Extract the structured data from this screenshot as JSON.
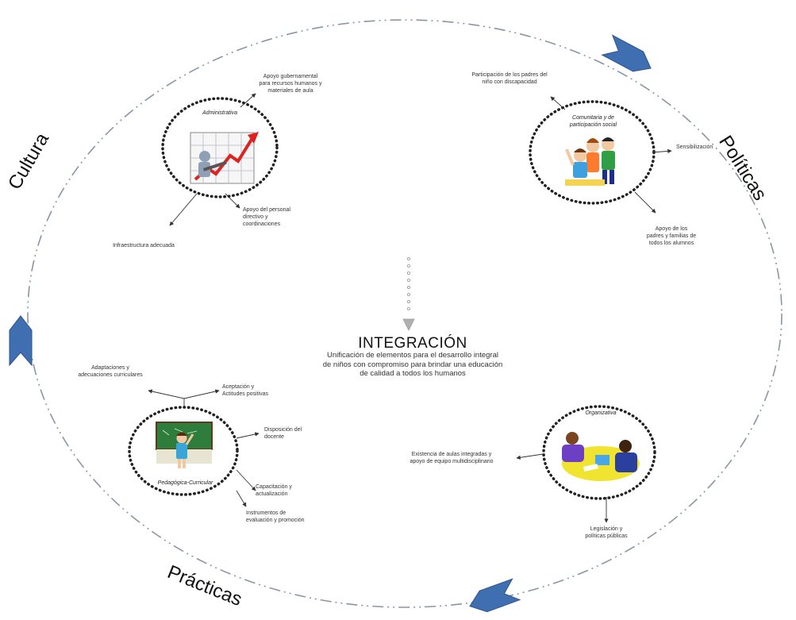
{
  "cycle_labels": {
    "cultura": "Cultura",
    "politicas": "Políticas",
    "practicas": "Prácticas"
  },
  "center": {
    "title": "INTEGRACIÓN",
    "subtitle": "Unificación de elementos para el desarrollo integral\nde niños con compromiso para brindar una educación\nde calidad a todos los humanos"
  },
  "hubs": {
    "administrativa": {
      "label": "Administrativa",
      "notes": {
        "apoyo_gubernamental": "Apoyo gubernamental\npara recursos humanos y\nmateriales de aula",
        "apoyo_personal": "Apoyo del personal\ndirectivo y\ncoordinaciones",
        "infraestructura": "Infraestructura adecuada"
      }
    },
    "comunitaria": {
      "label": "Comunitaria y de\nparticipación social",
      "notes": {
        "participacion_padres": "Participación de los padres del\nniño con discapacidad",
        "sensibilizacion": "Sensibilización",
        "apoyo_padres": "Apoyo de los\npadres y familias de\ntodos los alumnos"
      }
    },
    "pedagogica": {
      "label": "Pedagógica-Curricular",
      "notes": {
        "adaptaciones": "Adaptaciones y\nadecuaciones curriculares",
        "aceptacion": "Aceptación y\nActitudes positivas",
        "disposicion": "Disposición del\ndocente",
        "capacitacion": "Capacitación y\nactualización",
        "instrumentos": "Instrumentos de\nevaluación y promoción"
      }
    },
    "organizativa": {
      "label": "Organizativa",
      "notes": {
        "existencia_aulas": "Existencia de aulas integradas y\napoyo de equipo multidisciplinario",
        "legislacion": "Legislación y\npolíticas públicas"
      }
    }
  },
  "icons": {
    "administrativa": "growth-chart-icon",
    "comunitaria": "children-group-icon",
    "pedagogica": "child-at-blackboard-icon",
    "organizativa": "team-meeting-icon"
  },
  "colors": {
    "cycle_dash": "#8a96a8",
    "arrow_fill": "#3f6fb0",
    "arrow_stroke": "#2c5491",
    "dotted_ring": "#222222",
    "connector": "#333333",
    "center_arrow": "#9a9a9a"
  }
}
